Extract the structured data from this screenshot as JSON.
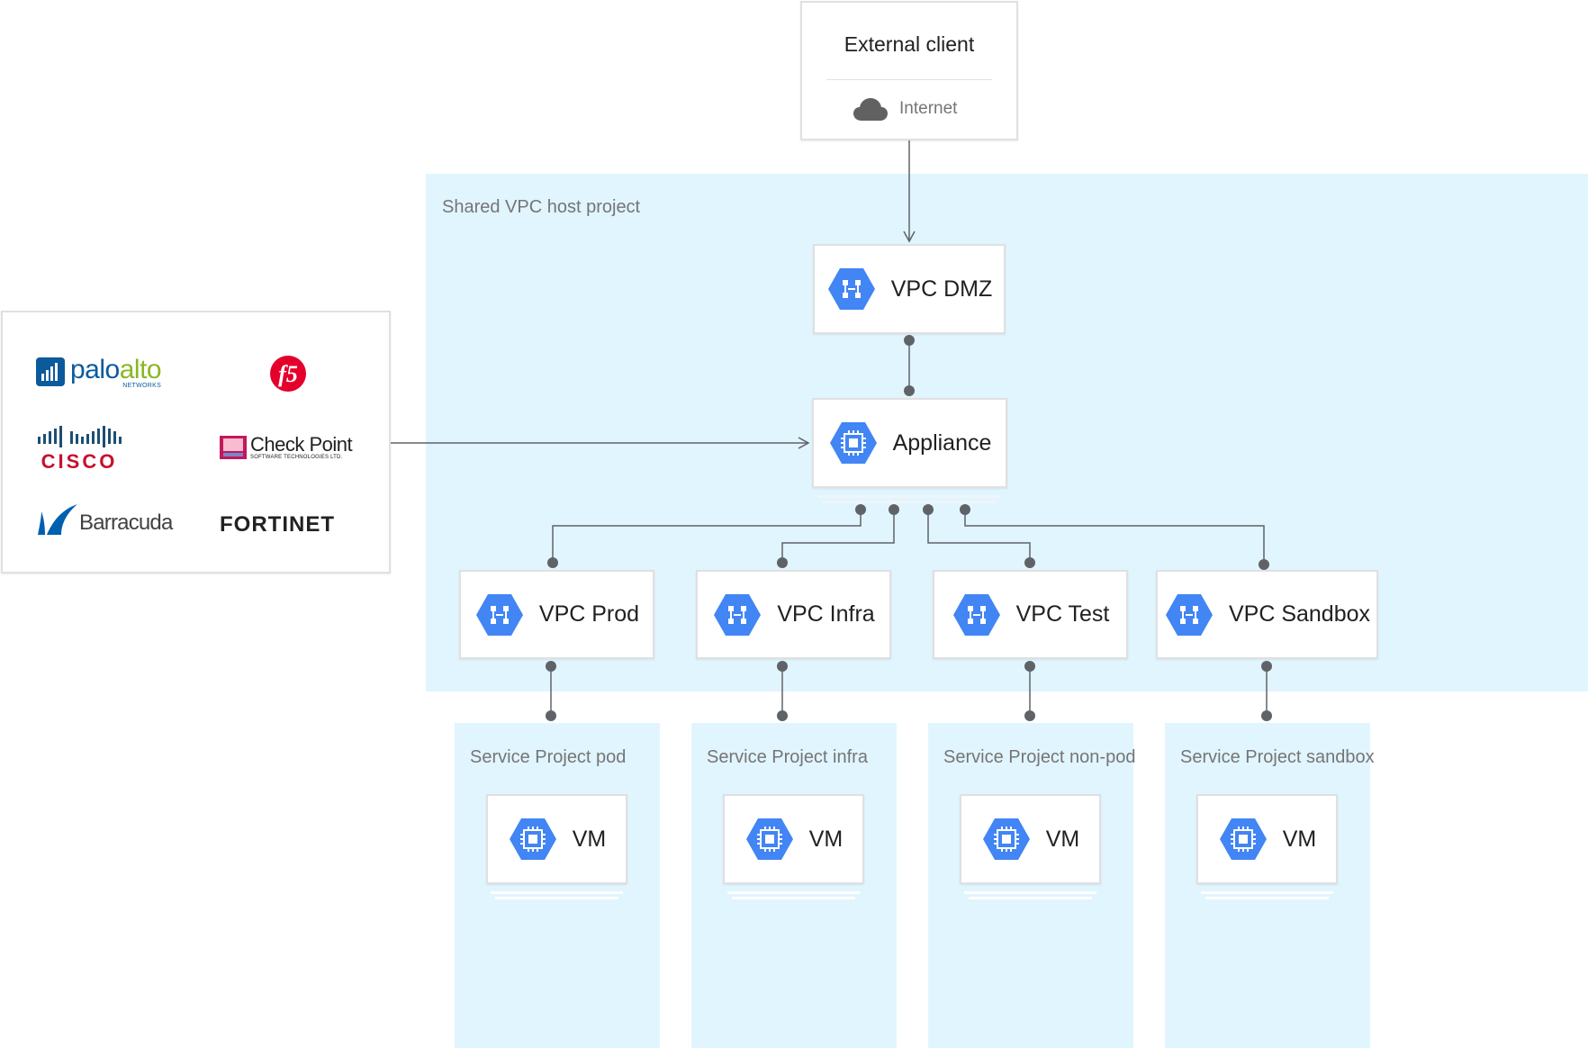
{
  "external": {
    "title": "External client",
    "network_label": "Internet",
    "network_icon": "cloud-icon"
  },
  "host_project": {
    "label": "Shared VPC host project"
  },
  "nodes": {
    "vpc_dmz": {
      "label": "VPC DMZ",
      "icon": "vpc-network-icon"
    },
    "appliance": {
      "label": "Appliance",
      "icon": "compute-engine-icon"
    },
    "vpc_prod": {
      "label": "VPC Prod",
      "icon": "vpc-network-icon"
    },
    "vpc_infra": {
      "label": "VPC Infra",
      "icon": "vpc-network-icon"
    },
    "vpc_test": {
      "label": "VPC Test",
      "icon": "vpc-network-icon"
    },
    "vpc_sandbox": {
      "label": "VPC Sandbox",
      "icon": "vpc-network-icon"
    }
  },
  "service_projects": [
    {
      "label": "Service Project pod",
      "vm_label": "VM",
      "icon": "compute-engine-icon"
    },
    {
      "label": "Service Project infra",
      "vm_label": "VM",
      "icon": "compute-engine-icon"
    },
    {
      "label": "Service Project non-pod",
      "vm_label": "VM",
      "icon": "compute-engine-icon"
    },
    {
      "label": "Service Project sandbox",
      "vm_label": "VM",
      "icon": "compute-engine-icon"
    }
  ],
  "vendors": {
    "paloalto": {
      "main_a": "palo",
      "main_b": "alto",
      "sub": "NETWORKS"
    },
    "f5": {
      "text": "f5"
    },
    "cisco": {
      "text": "CISCO"
    },
    "checkpoint": {
      "text": "Check Point",
      "sub": "SOFTWARE TECHNOLOGIES LTD."
    },
    "barracuda": {
      "text": "Barracuda"
    },
    "fortinet": {
      "text": "FORTINET"
    }
  },
  "colors": {
    "zone_bg": "#e1f5fe",
    "card_border": "#e0e0e0",
    "icon_blue": "#4285f4",
    "connector": "#5f6368",
    "paloalto_blue": "#0a5a9c",
    "paloalto_green": "#8ab723",
    "f5_red": "#e4002b",
    "cisco_blue": "#1b4f72",
    "cisco_red": "#c8102e",
    "barracuda_blue": "#0060b0",
    "fortinet_red": "#ee3124"
  }
}
